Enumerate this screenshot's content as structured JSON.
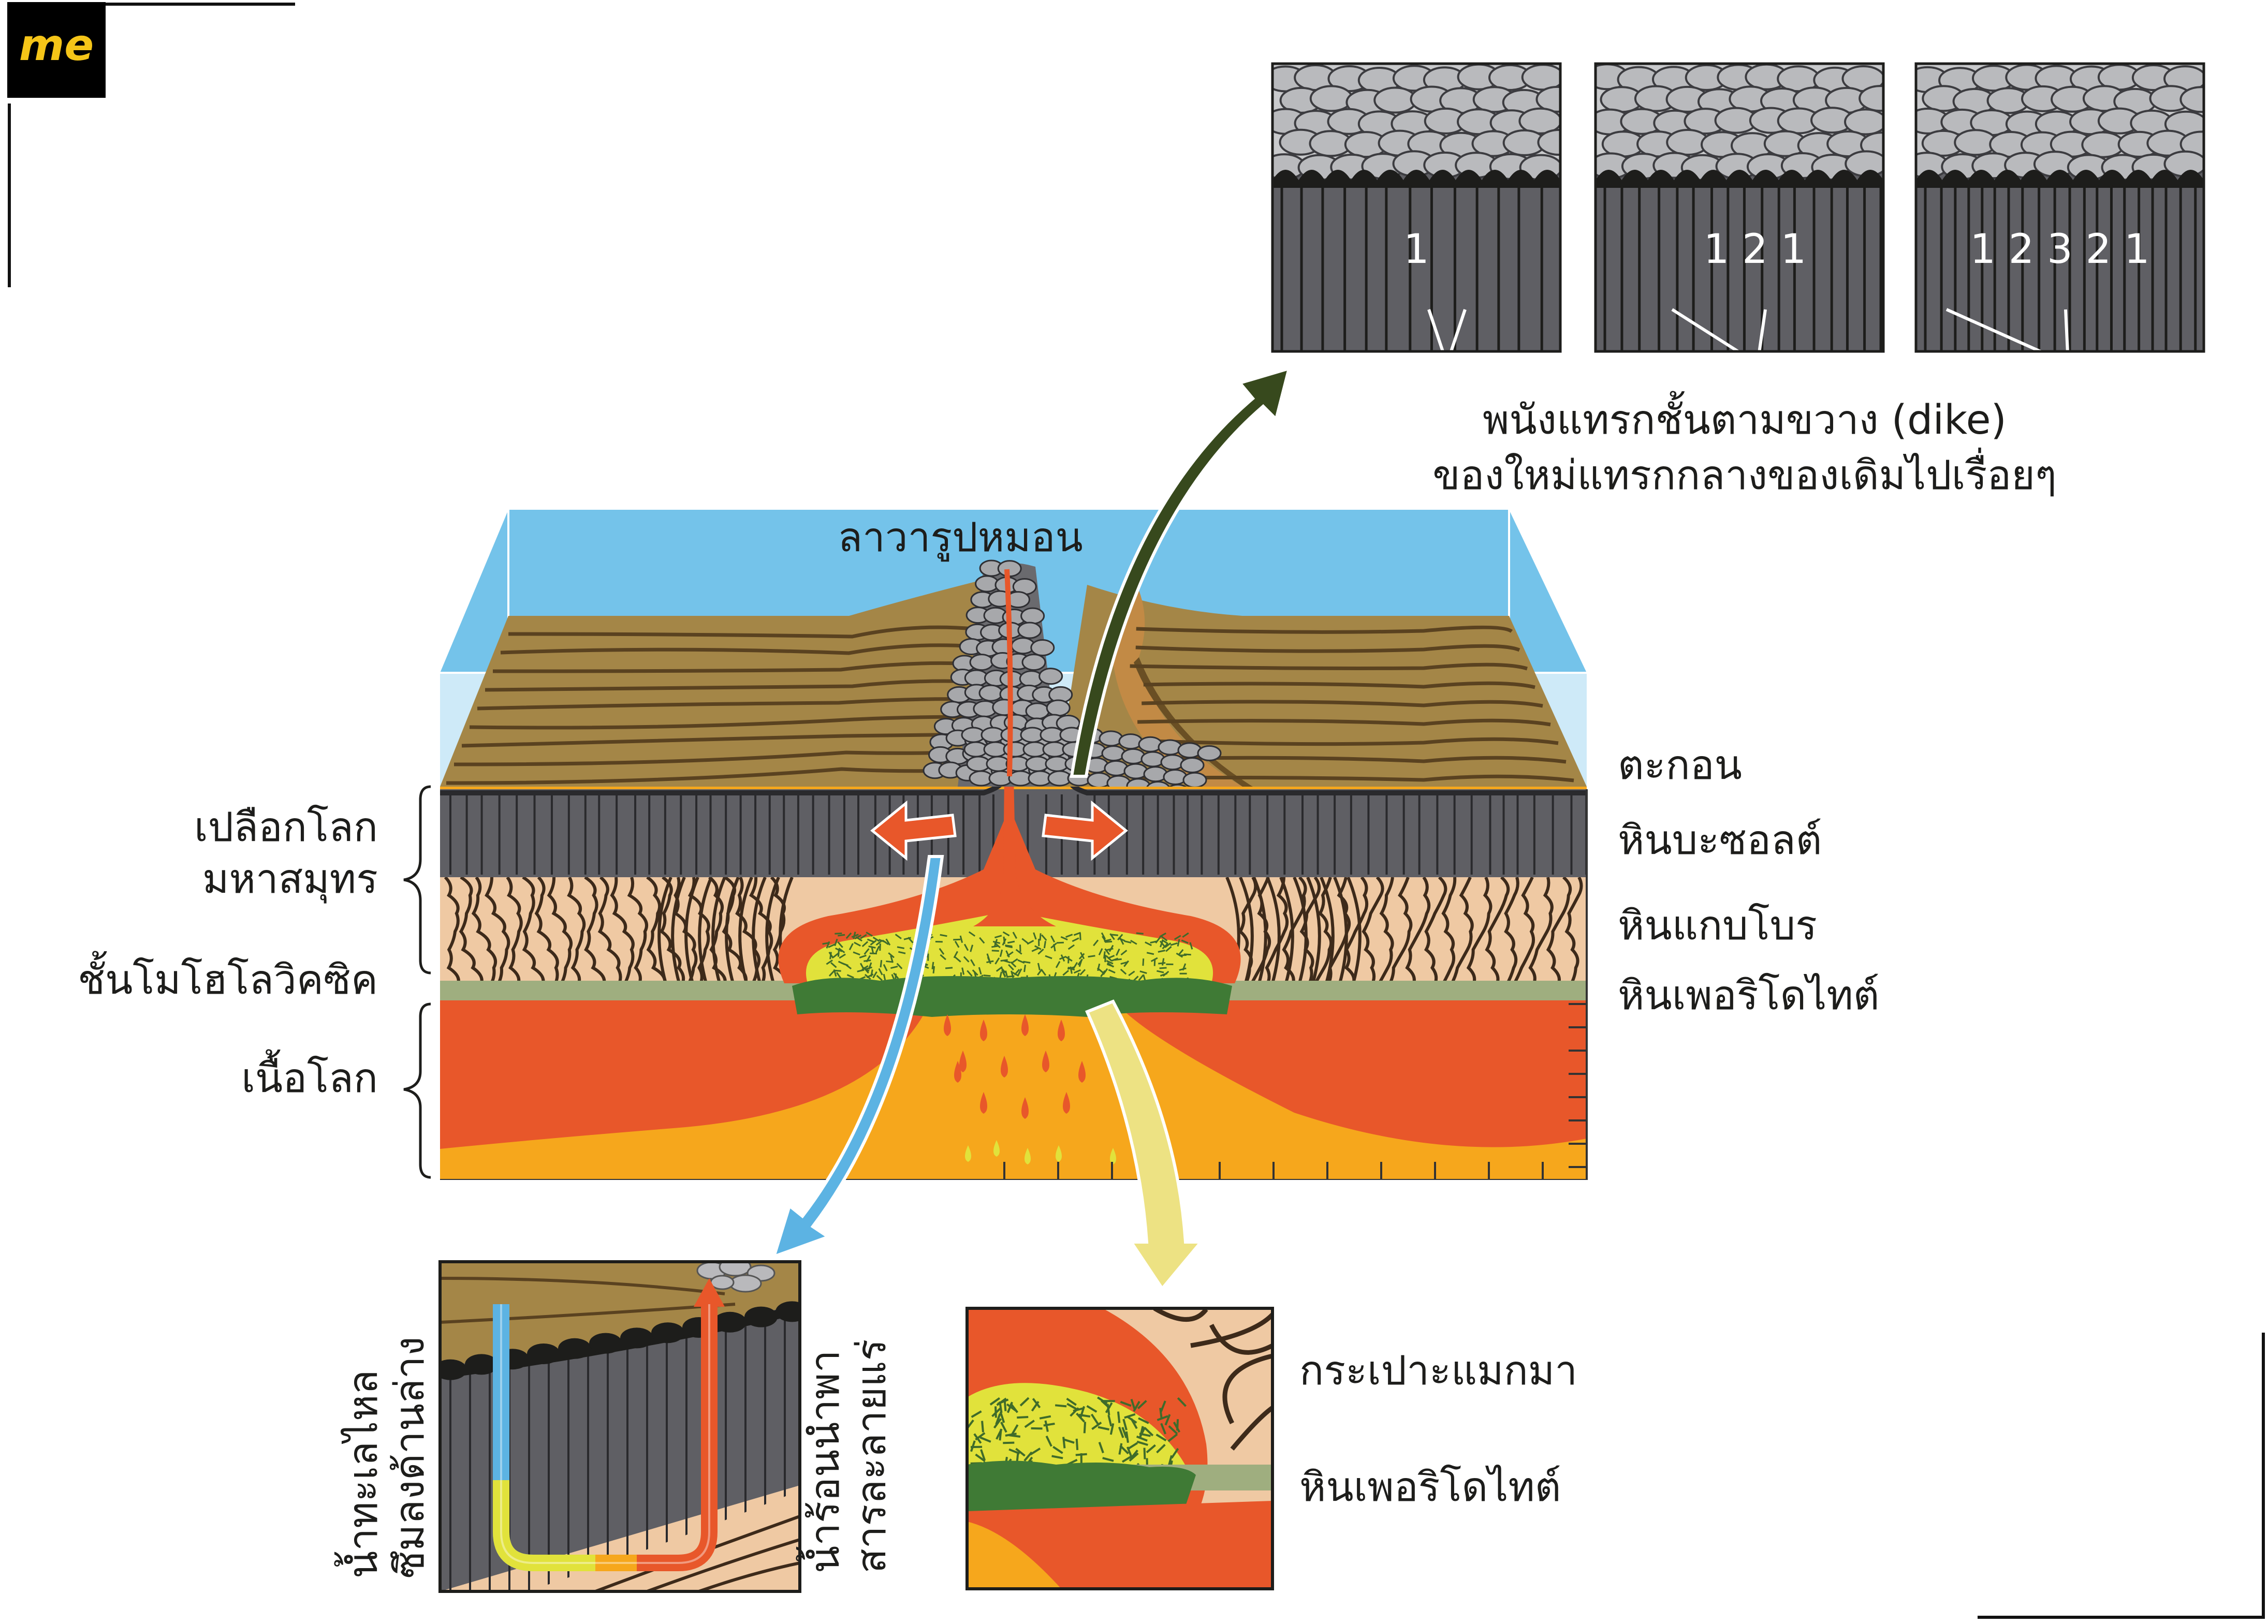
{
  "logo": {
    "text": "me",
    "bg": "#000000",
    "fg": "#f5c518"
  },
  "dike_panels": {
    "panels": [
      {
        "numbers": "1"
      },
      {
        "numbers": "1 2 1"
      },
      {
        "numbers": "1 2 3 2 1"
      }
    ],
    "caption_line1": "พนังแทรกชั้นตามขวาง (dike)",
    "caption_line2": "ของใหม่แทรกกลางของเดิมไปเรื่อยๆ"
  },
  "main_diagram": {
    "top_label": "ลาวารูปหมอน",
    "left_labels": {
      "oceanic_crust_line1": "เปลือกโลก",
      "oceanic_crust_line2": "มหาสมุทร",
      "moho": "ชั้นโมโฮโลวิคซิค",
      "mantle": "เนื้อโลก"
    },
    "right_labels": {
      "sediment": "ตะกอน",
      "basalt": "หินบะซอลต์",
      "gabbro": "หินแกบโบร",
      "peridotite": "หินเพอริโดไทต์"
    }
  },
  "inset_water": {
    "label_left_line1": "น้ำทะเลไหล",
    "label_left_line2": "ซึมลงด้านล่าง",
    "label_right_line1": "น้ำร้อนนำพา",
    "label_right_line2": "สารละลายแร่"
  },
  "inset_magma": {
    "label_chamber": "กระเปาะแมกมา",
    "label_peridotite": "หินเพอริโดไทต์"
  },
  "colors": {
    "ocean": "#74c3ea",
    "sediment": "#a48647",
    "basalt": "#5f5f64",
    "gabbro": "#efc9a3",
    "mantle_red": "#e8572a",
    "mantle_orange": "#f6a71c",
    "magma_yellow": "#e1e23b",
    "peridotite_green": "#3f7a35",
    "moho_band": "#9fae7f",
    "arrow_dark_green": "#37491d",
    "arrow_blue": "#5cb3e3",
    "arrow_yellow": "#ede283"
  }
}
